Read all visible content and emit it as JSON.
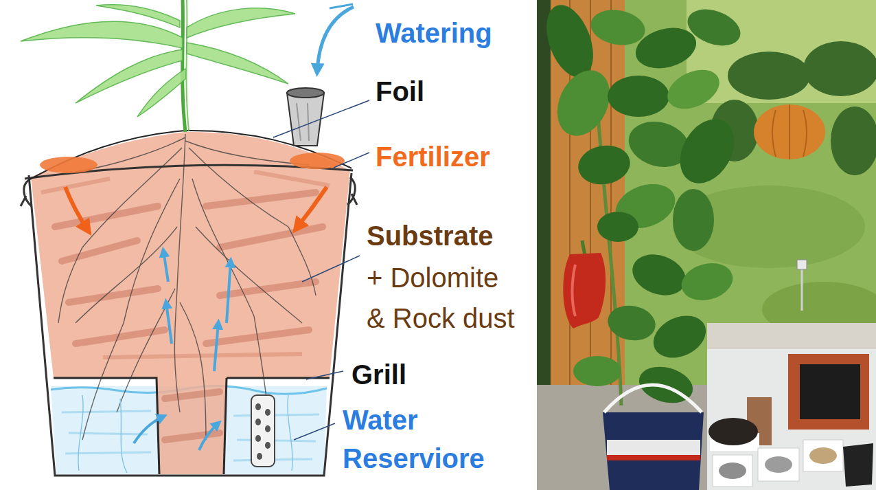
{
  "diagram": {
    "labels": [
      "Watering",
      "Foil",
      "Fertilizer",
      "Substrate",
      "+ Dolomite",
      "& Rock dust",
      "Grill",
      "Water Reserviore"
    ]
  }
}
